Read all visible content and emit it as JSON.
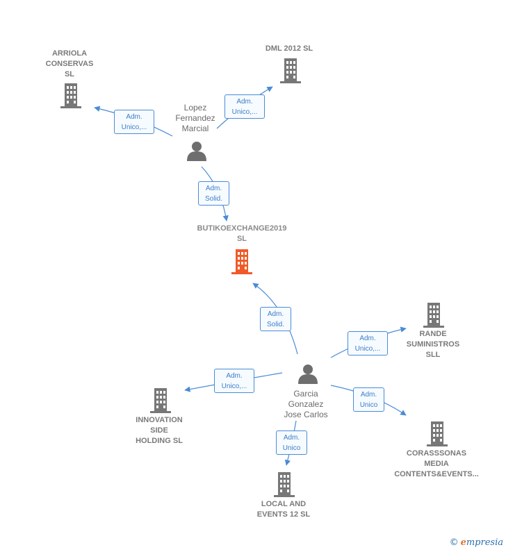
{
  "colors": {
    "building_gray": "#777777",
    "building_focus": "#f05a28",
    "person": "#6e6e6e",
    "edge": "#4a8bd6",
    "label": "#7a7a7a"
  },
  "companies": {
    "arriola": "ARRIOLA\nCONSERVAS\nSL",
    "dml": "DML 2012 SL",
    "butiko": "BUTIKOEXCHANGE2019\nSL",
    "rande": "RANDE\nSUMINISTROS\nSLL",
    "innovation": "INNOVATION\nSIDE\nHOLDING  SL",
    "corass": "CORASSSONAS\nMEDIA\nCONTENTS&EVENTS...",
    "local": "LOCAL AND\nEVENTS 12  SL"
  },
  "persons": {
    "lopez": "Lopez\nFernandez\nMarcial",
    "garcia": "Garcia\nGonzalez\nJose Carlos"
  },
  "edges": {
    "lopez_arriola": "Adm.\nUnico,...",
    "lopez_dml": "Adm.\nUnico,...",
    "lopez_butiko": "Adm.\nSolid.",
    "garcia_butiko": "Adm.\nSolid.",
    "garcia_rande": "Adm.\nUnico,...",
    "garcia_innovation": "Adm.\nUnico,...",
    "garcia_corass": "Adm.\nUnico",
    "garcia_local": "Adm.\nUnico"
  },
  "footer": {
    "copyright": "©",
    "brand_first": "e",
    "brand_rest": "mpresia"
  }
}
